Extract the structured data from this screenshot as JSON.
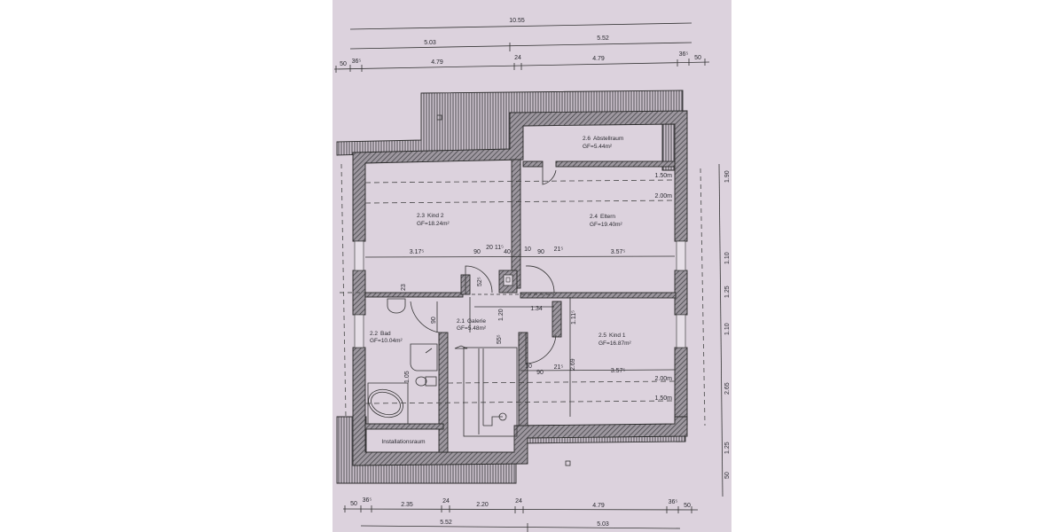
{
  "plan": {
    "type": "floor-plan",
    "floor": "upper floor (Dachgeschoss)",
    "background_color": "#dcd2dd",
    "line_color": "#2b2b2b"
  },
  "rooms": [
    {
      "id": "2.1",
      "name": "Galerie",
      "area": "GF=5.48m²"
    },
    {
      "id": "2.2",
      "name": "Bad",
      "area": "GF=10.04m²"
    },
    {
      "id": "2.3",
      "name": "Kind 2",
      "area": "GF=18.24m²"
    },
    {
      "id": "2.4",
      "name": "Eltern",
      "area": "GF=19.40m²"
    },
    {
      "id": "2.5",
      "name": "Kind 1",
      "area": "GF=16.87m²"
    },
    {
      "id": "2.6",
      "name": "Abstellraum",
      "area": "GF=5.44m²"
    },
    {
      "id": "",
      "name": "Installationsraum",
      "area": ""
    }
  ],
  "top_dimensions": {
    "overall": "10.55",
    "row2": [
      "5.03",
      "5.52"
    ],
    "row3": [
      "50",
      "36⁵",
      "4.79",
      "24",
      "4.79",
      "36⁵",
      "50"
    ]
  },
  "bottom_dimensions": {
    "row1": [
      "50",
      "36⁵",
      "2.35",
      "24",
      "2.20",
      "24",
      "4.79",
      "36⁵",
      "50"
    ],
    "row2": [
      "5.52",
      "5.03"
    ]
  },
  "right_dimensions": [
    "1.90",
    "1.10",
    "1.25",
    "1.10",
    "2.65",
    "1.25",
    "50"
  ],
  "interior_dimensions": {
    "kind2_width": "3.17⁵",
    "door_90_left": "90",
    "d20": "20",
    "d11": "11⁵",
    "d40": "40",
    "d10_top": "10",
    "door_90_right": "90",
    "d21_top": "21⁵",
    "eltern_width": "3.57⁵",
    "d52": "52⁵",
    "d23": "23",
    "d1_20": "1.20",
    "d1_34": "1.34",
    "d1_11": "1.11⁵",
    "d90_bad": "90",
    "d55": "55⁵",
    "d1_05": "1.05",
    "d10_bot": "10",
    "door_90_bot": "90",
    "d21_bot": "21⁵",
    "d2_69": "2.69",
    "kind1_width": "3.57⁵"
  },
  "height_lines": {
    "top_150": "1.50m",
    "top_200": "2.00m",
    "bot_200": "2.00m",
    "bot_150": "1.50m"
  }
}
